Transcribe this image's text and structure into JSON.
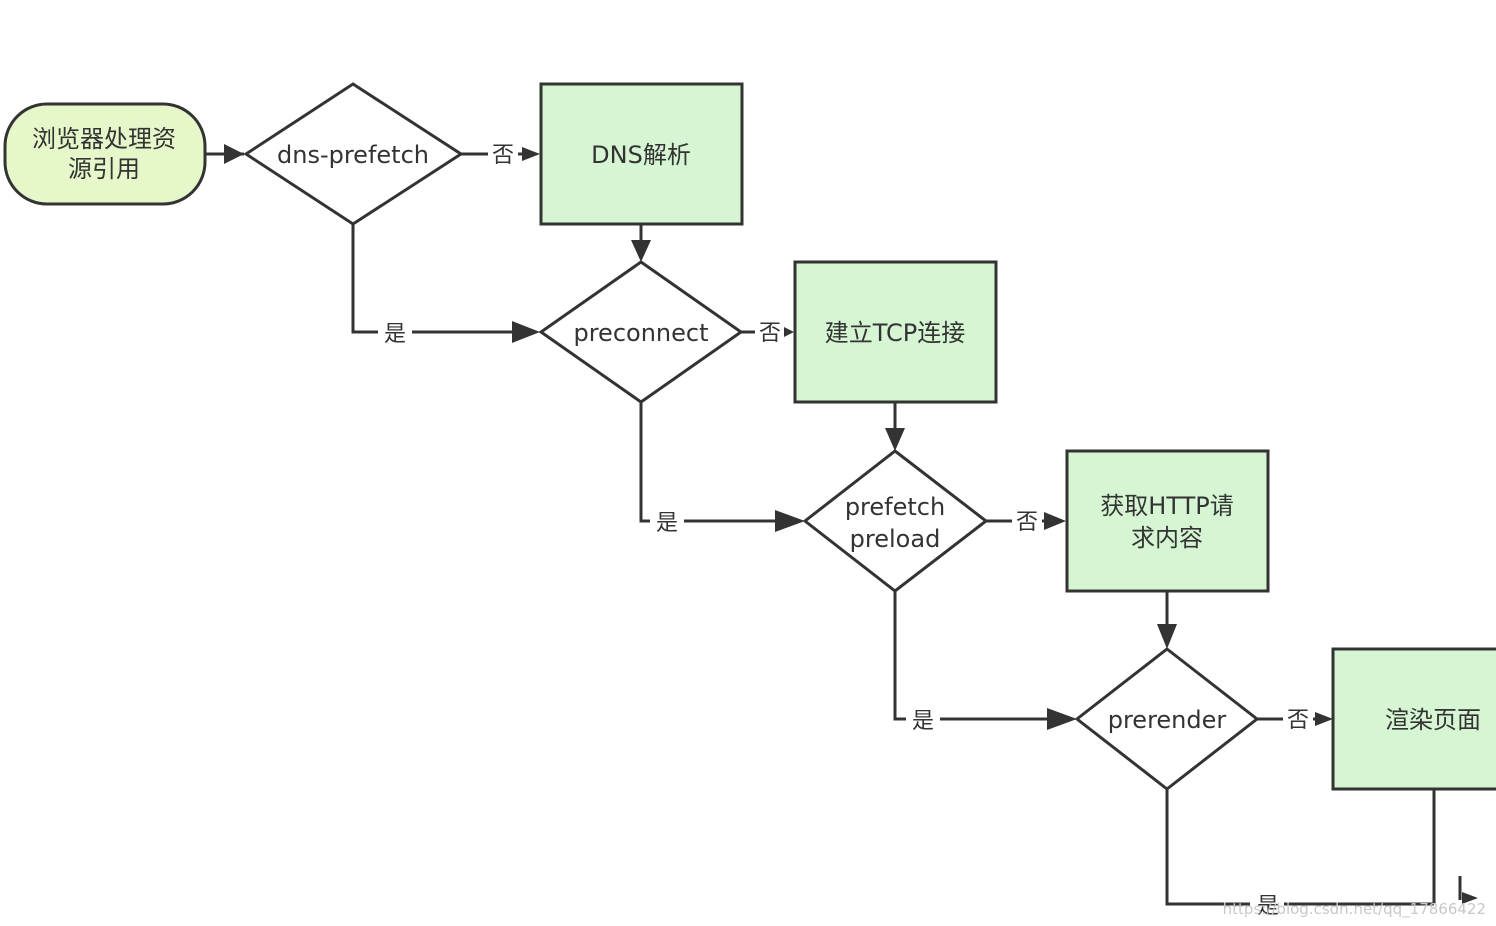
{
  "colors": {
    "process_fill": "#d5f5d3",
    "start_fill": "#e6f7c9",
    "decision_fill": "#ffffff",
    "stroke": "#333333"
  },
  "nodes": {
    "start": [
      "浏览器处理资",
      "源引用"
    ],
    "dns_prefetch": [
      "dns-prefetch"
    ],
    "dns_resolve": [
      "DNS解析"
    ],
    "preconnect": [
      "preconnect"
    ],
    "tcp_connect": [
      "建立TCP连接"
    ],
    "prefetch_preload": [
      "prefetch",
      "preload"
    ],
    "http_request": [
      "获取HTTP请",
      "求内容"
    ],
    "prerender": [
      "prerender"
    ],
    "render_page": [
      "渲染页面"
    ]
  },
  "edge_labels": {
    "no": "否",
    "yes": "是"
  },
  "watermark": "https://blog.csdn.net/qq_17866422"
}
